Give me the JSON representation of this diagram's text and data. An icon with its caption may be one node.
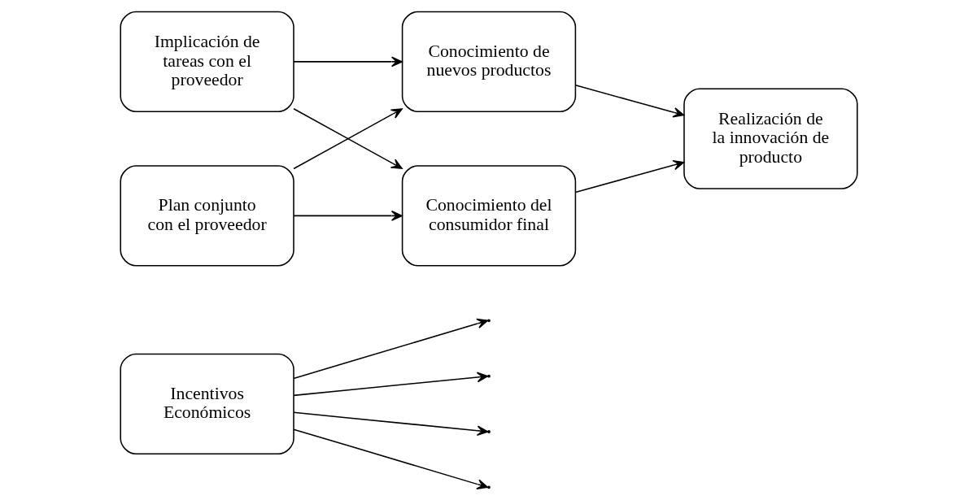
{
  "diagram": {
    "nodes": [
      {
        "text": [
          "Incentivos Económicos"
        ]
      },
      {
        "text": [
          "Implicación de tareas con el proveedor"
        ]
      },
      {
        "text": [
          "Conocimiento de nuevos productos"
        ]
      },
      {
        "text": [
          "Realización de la innovación de producto"
        ]
      },
      {
        "text": [
          "Plan conjunto con el proveedor"
        ]
      },
      {
        "text": [
          "Conocimiento del consumidor final"
        ]
      }
    ],
    "edges": [
      {
        "from": 1,
        "to": 2,
        "arrow": "to"
      },
      {
        "from": 1,
        "to": 5,
        "arrow": "to"
      },
      {
        "from": 4,
        "to": 2,
        "arrow": "to"
      },
      {
        "from": 4,
        "to": 5,
        "arrow": "to"
      },
      {
        "from": 2,
        "to": 3,
        "arrow": "to"
      },
      {
        "from": 5,
        "to": 3,
        "arrow": "to"
      },
      {
        "from": 0,
        "to": null,
        "arrow": "to"
      },
      {
        "from": 0,
        "to": null,
        "arrow": "to"
      },
      {
        "from": 0,
        "to": null,
        "arrow": "to"
      },
      {
        "from": 0,
        "to": null,
        "arrow": "to"
      }
    ]
  }
}
